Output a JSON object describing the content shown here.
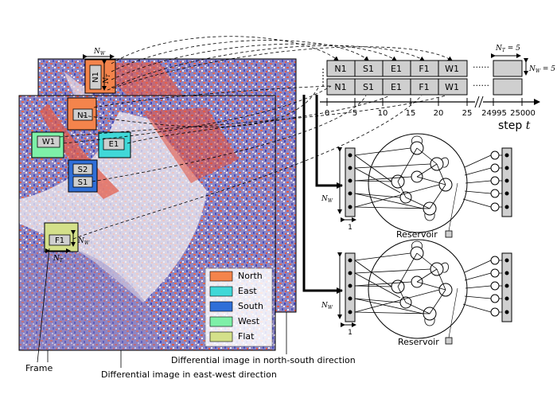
{
  "colors": {
    "north": "#f4844c",
    "east": "#40d8d8",
    "south": "#2f6fd8",
    "west": "#7ef0a8",
    "flat": "#d4e08a",
    "cell": "#cfcfcf",
    "image_red": "#e0503a",
    "image_blue": "#5058c8"
  },
  "images": {
    "ns_label": "Differential image in north-south direction",
    "ew_label": "Differential image in east-west direction",
    "frame_label": "Frame"
  },
  "frames": {
    "n1_back": "N1",
    "n1_front": "N1",
    "w1": "W1",
    "e1": "E1",
    "s2": "S2",
    "s1": "S1",
    "f1": "F1"
  },
  "dims": {
    "nw_top": "N",
    "nw_top_sub": "W",
    "nt_top": "N",
    "nt_top_sub": "T",
    "nw_f": "N",
    "nw_f_sub": "W",
    "nt_f": "N",
    "nt_f_sub": "T"
  },
  "legend": [
    {
      "label": "North",
      "color": "#f4844c"
    },
    {
      "label": "East",
      "color": "#40d8d8"
    },
    {
      "label": "South",
      "color": "#2f6fd8"
    },
    {
      "label": "West",
      "color": "#7ef0a8"
    },
    {
      "label": "Flat",
      "color": "#d4e08a"
    }
  ],
  "sequence": {
    "row1": [
      "N1",
      "S1",
      "E1",
      "F1",
      "W1"
    ],
    "row2": [
      "N1",
      "S1",
      "E1",
      "F1",
      "W1"
    ],
    "dots": "······",
    "nt_label": "N",
    "nt_sub": "T",
    "nt_value": " = 5",
    "nw_label": "N",
    "nw_sub": "W",
    "nw_value": " = 5"
  },
  "axis": {
    "ticks": [
      "0",
      "5",
      "10",
      "15",
      "20",
      "25",
      "24995",
      "25000"
    ],
    "label": "step ",
    "label_var": "t"
  },
  "reservoirs": [
    {
      "label": "Reservoir",
      "nw": "N",
      "nw_sub": "W",
      "one": "1"
    },
    {
      "label": "Reservoir",
      "nw": "N",
      "nw_sub": "W",
      "one": "1"
    }
  ]
}
